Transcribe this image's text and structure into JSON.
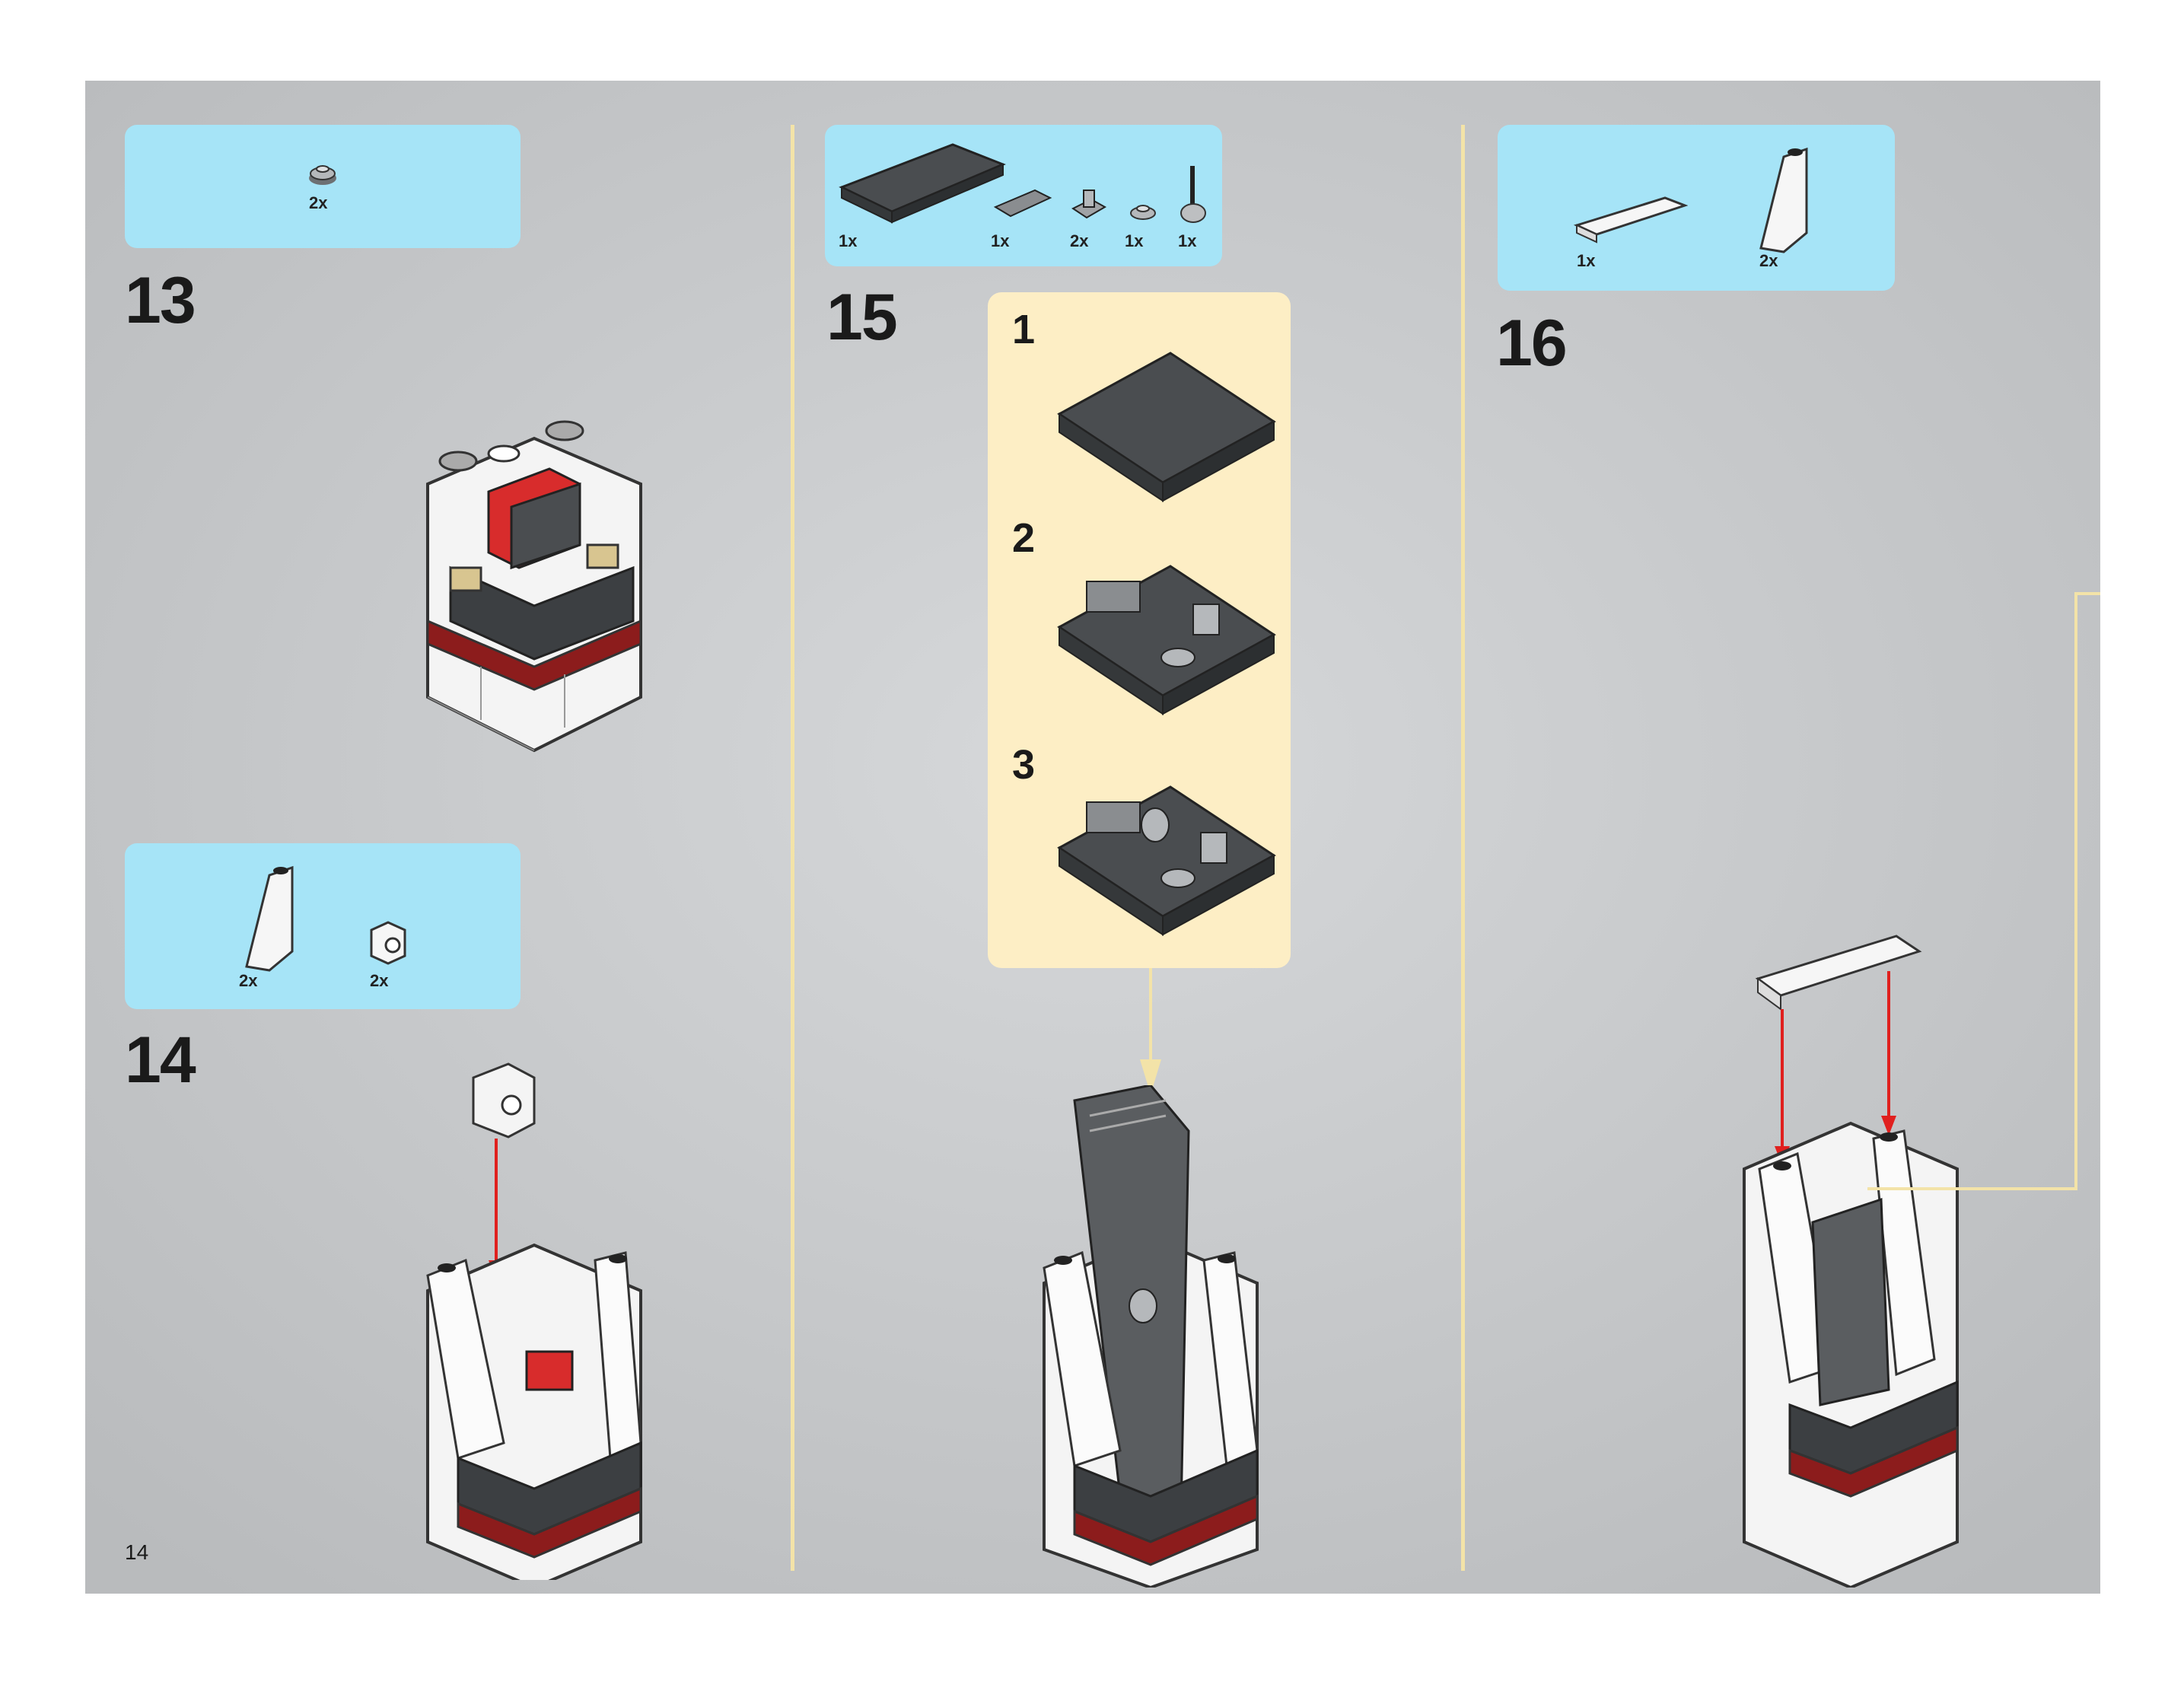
{
  "page_number": "14",
  "steps": [
    {
      "number": "13",
      "parts": [
        {
          "qty": "2x"
        }
      ]
    },
    {
      "number": "14",
      "parts": [
        {
          "qty": "2x"
        },
        {
          "qty": "2x"
        }
      ]
    },
    {
      "number": "15",
      "parts": [
        {
          "qty": "1x"
        },
        {
          "qty": "1x"
        },
        {
          "qty": "2x"
        },
        {
          "qty": "1x"
        },
        {
          "qty": "1x"
        }
      ],
      "substeps": [
        "1",
        "2",
        "3"
      ]
    },
    {
      "number": "16",
      "parts": [
        {
          "qty": "1x"
        },
        {
          "qty": "2x"
        }
      ]
    }
  ],
  "colors": {
    "background": "#c6c8ca",
    "parts_box": "#a6e4f7",
    "substep_box": "#fdeec5",
    "divider": "#f3e3a8",
    "arrow": "#e0201e"
  }
}
